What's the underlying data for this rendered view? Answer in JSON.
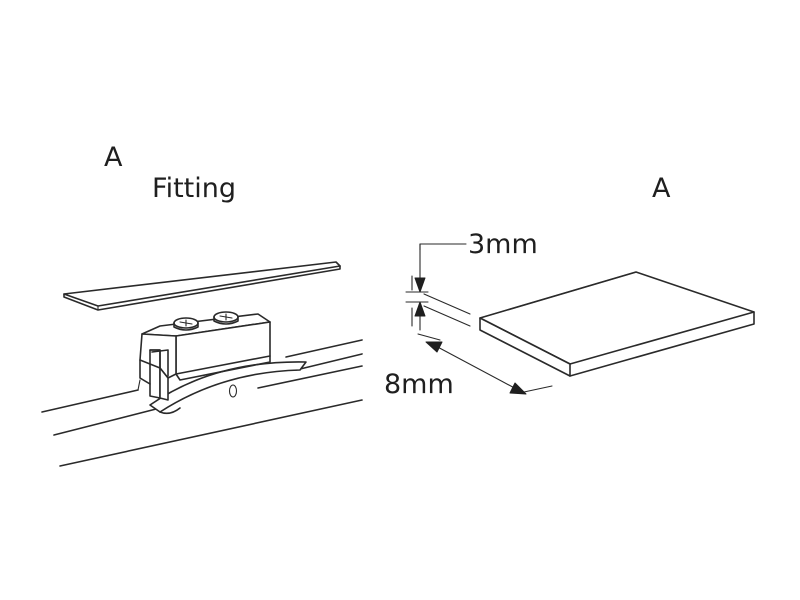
{
  "labels": {
    "left_marker": "A",
    "left_caption": "Fitting",
    "right_marker": "A",
    "thickness": "3mm",
    "width": "8mm"
  }
}
